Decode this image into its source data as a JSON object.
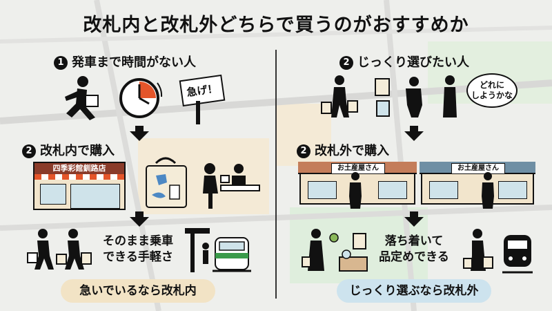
{
  "title": "改札内と改札外どちらで買うのがおすすめか",
  "left": {
    "step1": {
      "num": "1",
      "label": "発車まで時間がない人"
    },
    "sign_text": "急げ！",
    "step2": {
      "num": "2",
      "label": "改札内で購入"
    },
    "shop_name": "四季彩館釧路店",
    "result_text": "そのまま乗車\nできる手軽さ",
    "pill": "急いでいるなら改札内"
  },
  "right": {
    "step1": {
      "num": "2",
      "label": "じっくり選びたい人"
    },
    "bubble_text": "どれに\nしようかな",
    "step2": {
      "num": "2",
      "label": "改札外で購入"
    },
    "shop_sign_1": "お土産屋さん",
    "shop_sign_2": "お土産屋さん",
    "result_text": "落ち着いて\n品定めできる",
    "pill": "じっくり選ぶなら改札外"
  },
  "colors": {
    "left_pill": "#f2e3c5",
    "right_pill": "#cde3ee",
    "accent_red": "#e4552a"
  }
}
